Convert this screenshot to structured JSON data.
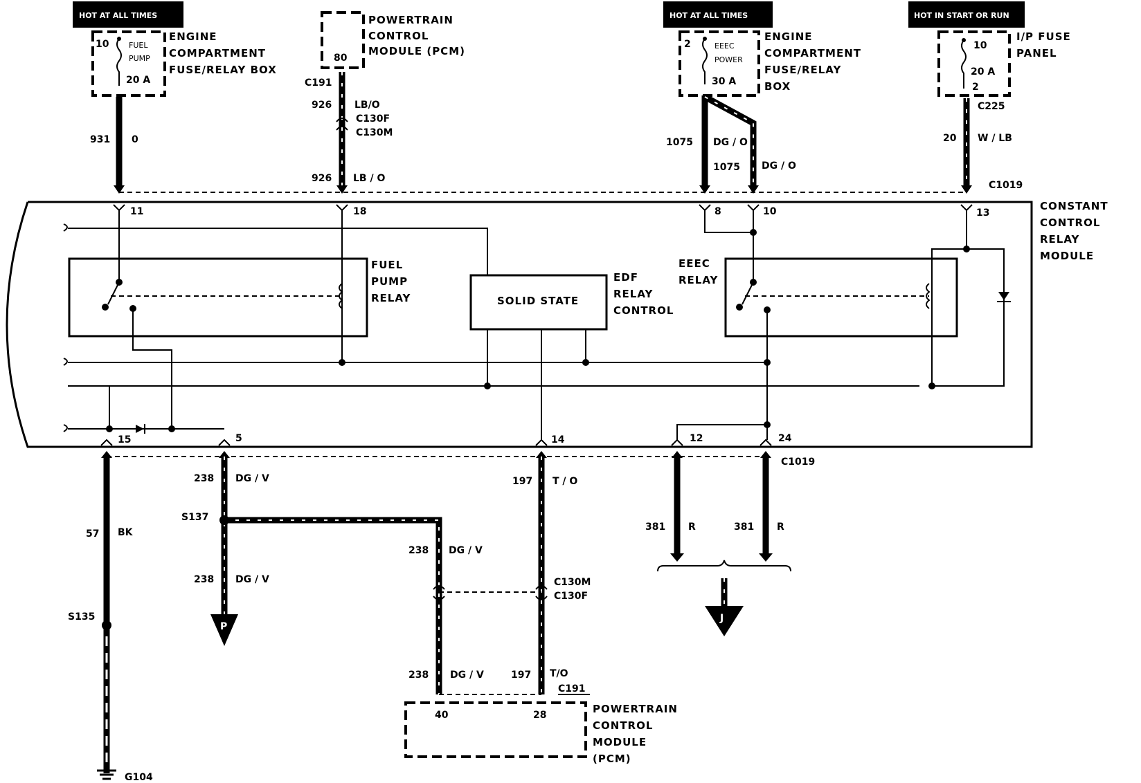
{
  "sources": {
    "src1": {
      "header": "HOT AT ALL TIMES",
      "fuse_num": "10",
      "fuse_name1": "FUEL",
      "fuse_name2": "PUMP",
      "rating": "20 A",
      "desc": [
        "ENGINE",
        "COMPARTMENT",
        "FUSE/RELAY BOX"
      ]
    },
    "src2": {
      "header": "HOT AT ALL TIMES",
      "fuse_num": "2",
      "fuse_name1": "EEEC",
      "fuse_name2": "POWER",
      "rating": "30 A",
      "desc": [
        "ENGINE",
        "COMPARTMENT",
        "FUSE/RELAY",
        "BOX"
      ]
    },
    "src3": {
      "header": "HOT IN START OR RUN",
      "fuse_num": "10",
      "rating": "20 A",
      "fuse_pin": "2",
      "desc": [
        "I/P FUSE",
        "PANEL"
      ]
    }
  },
  "pcm_top": {
    "pin": "80",
    "desc": [
      "POWERTRAIN",
      "CONTROL",
      "MODULE (PCM)"
    ]
  },
  "pcm_bottom": {
    "pin40": "40",
    "pin28": "28",
    "desc": [
      "POWERTRAIN",
      "CONTROL",
      "MODULE",
      "(PCM)"
    ]
  },
  "module": {
    "desc": [
      "CONSTANT",
      "CONTROL",
      "RELAY",
      "MODULE"
    ],
    "fuel_pump_relay": [
      "FUEL",
      "PUMP",
      "RELAY"
    ],
    "solid_state": "SOLID  STATE",
    "edf_relay": [
      "EDF",
      "RELAY",
      "CONTROL"
    ],
    "eeec_relay": [
      "EEEC",
      "RELAY"
    ],
    "pins": {
      "p11": "11",
      "p18": "18",
      "p8": "8",
      "p10": "10",
      "p13": "13",
      "p15": "15",
      "p5": "5",
      "p14": "14",
      "p12": "12",
      "p24": "24"
    }
  },
  "wires": {
    "w931": {
      "circuit": "931",
      "color": "0"
    },
    "w926a": {
      "circuit": "926",
      "color": "LB/O"
    },
    "w926b": {
      "circuit": "926",
      "color": "LB / O"
    },
    "w1075a": {
      "circuit": "1075",
      "color": "DG / O"
    },
    "w1075b": {
      "circuit": "1075",
      "color": "DG / O"
    },
    "w20": {
      "circuit": "20",
      "color": "W / LB"
    },
    "w57": {
      "circuit": "57",
      "color": "BK"
    },
    "w238a": {
      "circuit": "238",
      "color": "DG / V"
    },
    "w238b": {
      "circuit": "238",
      "color": "DG / V"
    },
    "w238c": {
      "circuit": "238",
      "color": "DG / V"
    },
    "w238d": {
      "circuit": "238",
      "color": "DG / V"
    },
    "w197a": {
      "circuit": "197",
      "color": "T / O"
    },
    "w197b": {
      "circuit": "197",
      "color": "T/O"
    },
    "w381a": {
      "circuit": "381",
      "color": "R"
    },
    "w381b": {
      "circuit": "381",
      "color": "R"
    }
  },
  "connectors": {
    "c191_top": "C191",
    "c130f_top": "C130F",
    "c130m_top": "C130M",
    "c225": "C225",
    "c1019_top": "C1019",
    "c1019_bottom": "C1019",
    "c130m_bottom": "C130M",
    "c130f_bottom": "C130F",
    "c191_bottom": "C191"
  },
  "splices": {
    "s137": "S137",
    "s135": "S135"
  },
  "ground": "G104",
  "arrows": {
    "p": "P",
    "j": "J"
  }
}
